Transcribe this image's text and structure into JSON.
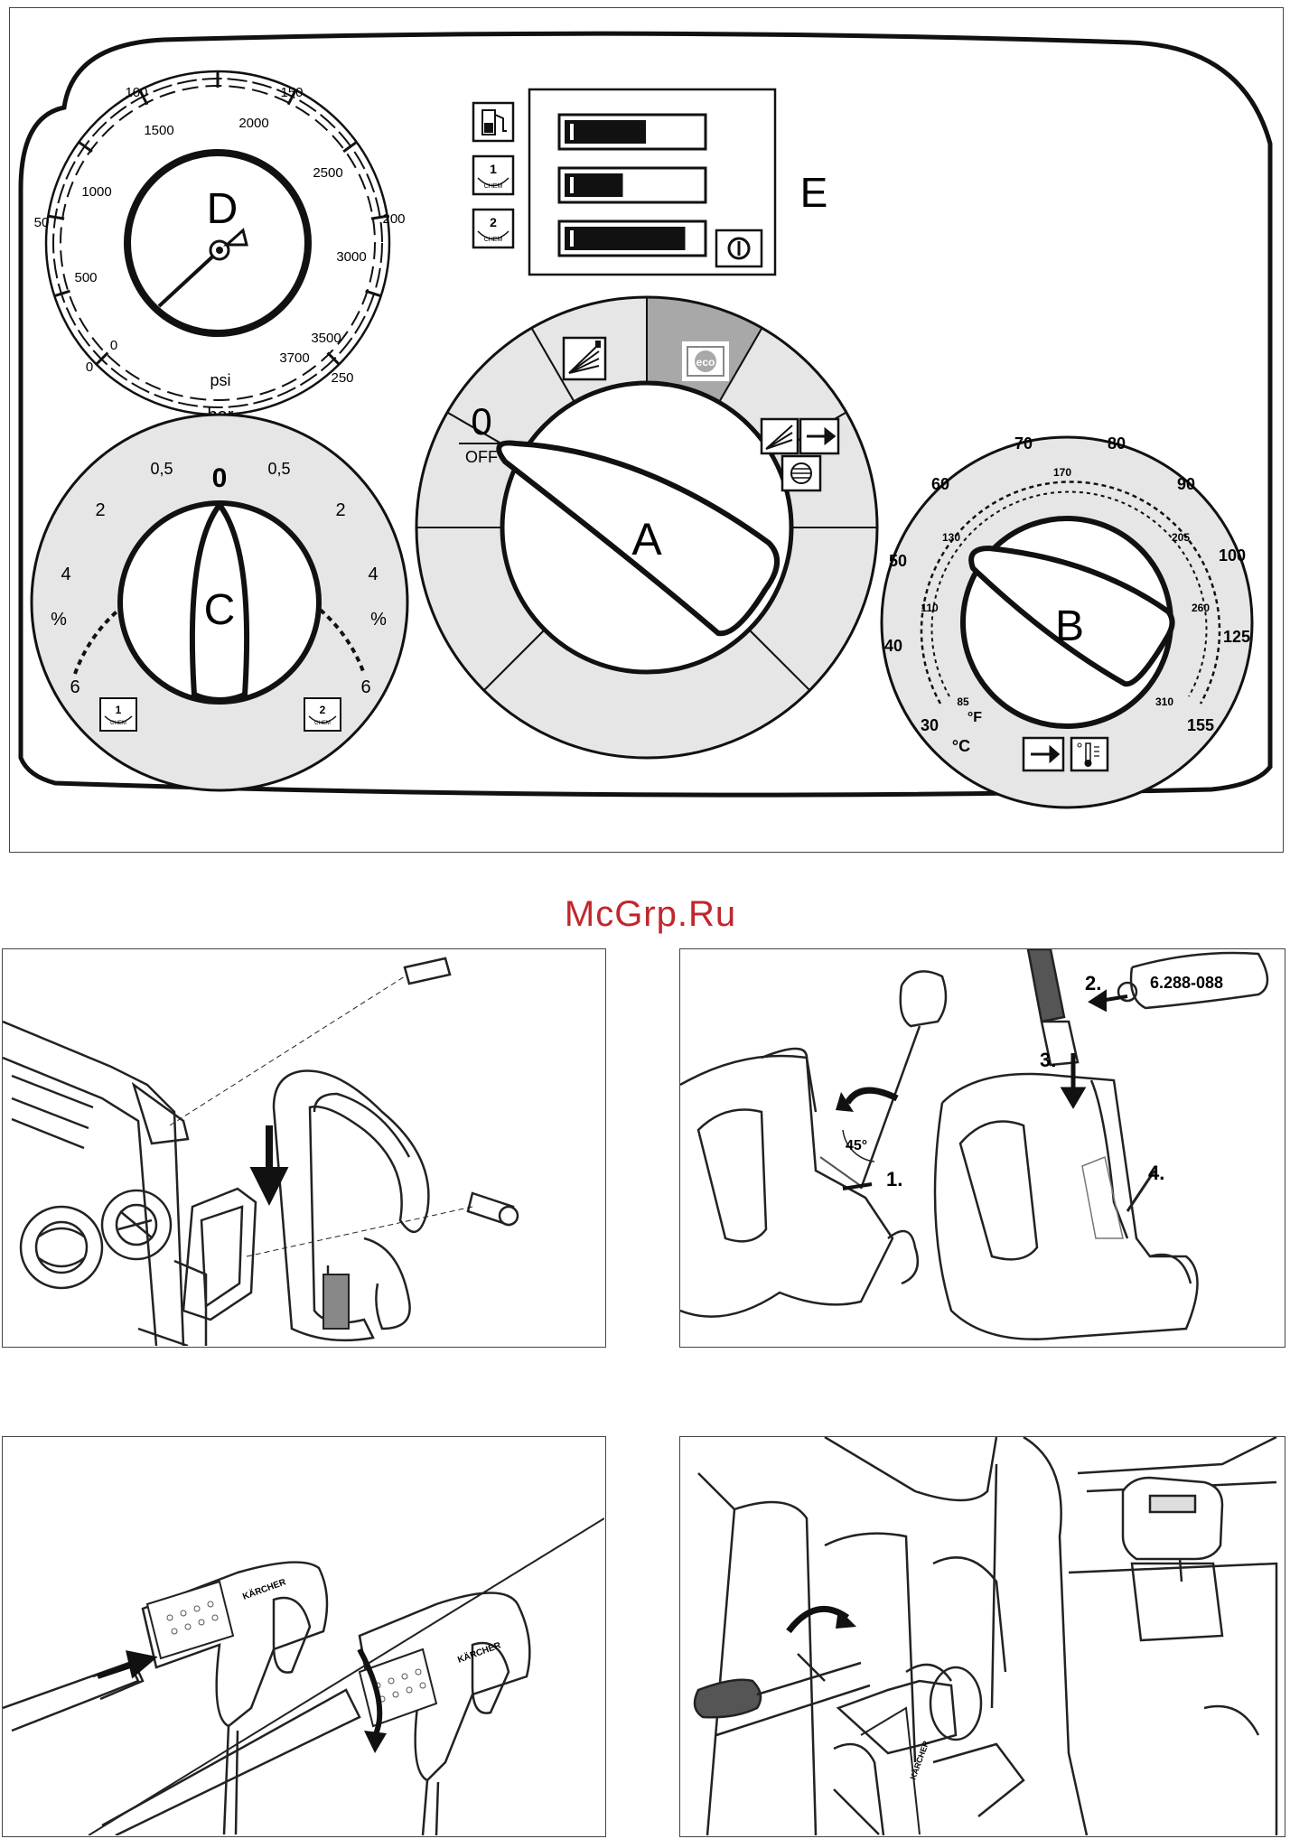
{
  "watermark": "McGrp.Ru",
  "gauge_d": {
    "letter": "D",
    "unit_psi": "psi",
    "unit_bar": "bar",
    "bar_ticks": [
      "0",
      "50",
      "100",
      "150",
      "200",
      "250"
    ],
    "psi_ticks": [
      "0",
      "500",
      "1000",
      "1500",
      "2000",
      "2500",
      "3000",
      "3500",
      "3700"
    ]
  },
  "display_e": {
    "letter": "E",
    "icons": [
      "fuel-icon",
      "chem-1-icon",
      "chem-2-icon",
      "power-icon"
    ],
    "chem_label": "CHEM",
    "chem1_number": "1",
    "chem2_number": "2",
    "levels": [
      0.6,
      0.43,
      0.89
    ]
  },
  "dial_a": {
    "letter": "A",
    "off_number": "0",
    "off_label": "OFF",
    "eco_label": "eco",
    "highlight_color": "#a8a8a8",
    "sector_color": "#e6e6e6"
  },
  "dial_c": {
    "letter": "C",
    "top_label": "0",
    "left_labels": [
      "0,5",
      "2",
      "4",
      "%",
      "6"
    ],
    "right_labels": [
      "0,5",
      "2",
      "4",
      "%",
      "6"
    ],
    "chem1_number": "1",
    "chem2_number": "2",
    "chem_label": "CHEM"
  },
  "dial_b": {
    "letter": "B",
    "celsius_labels": [
      "30",
      "40",
      "50",
      "60",
      "70",
      "80",
      "90",
      "100",
      "125",
      "155"
    ],
    "fahrenheit_labels": [
      "85",
      "110",
      "130",
      "170",
      "205",
      "260",
      "310"
    ],
    "unit_c": "°C",
    "unit_f": "°F"
  },
  "step_panel_2": {
    "part_number": "6.288-088",
    "angle_label": "45°",
    "steps": [
      "1.",
      "2.",
      "3.",
      "4."
    ]
  },
  "brand_marks": [
    "KÄRCHER",
    "KÄRCHER",
    "KÄRCHER"
  ]
}
